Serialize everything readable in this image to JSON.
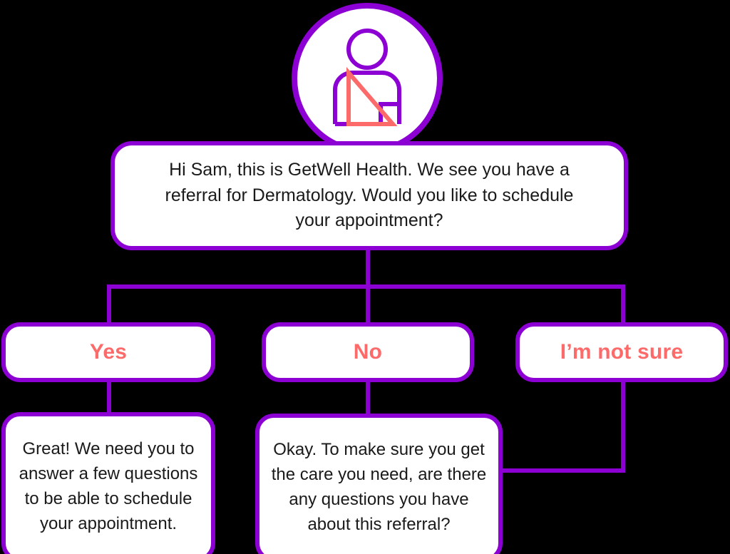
{
  "theme": {
    "background": "#000000",
    "accent_purple": "#8C00D4",
    "accent_coral": "#FC6A6A",
    "card_fill": "#FFFFFF",
    "body_text": "#1A1A1A"
  },
  "avatar": {
    "icon_name": "patient-with-arm-sling-icon",
    "alt": "Patient avatar"
  },
  "prompt": {
    "message": "Hi Sam, this is GetWell Health. We see you have a referral for Dermatology. Would you like to schedule your appointment?"
  },
  "options": [
    {
      "id": "yes",
      "label": "Yes"
    },
    {
      "id": "no",
      "label": "No"
    },
    {
      "id": "not_sure",
      "label": "I’m not sure"
    }
  ],
  "outcomes": [
    {
      "id": "yes_outcome",
      "message": "Great! We need you to answer a few questions to be able to schedule your appointment."
    },
    {
      "id": "no_outcome",
      "message": "Okay. To make sure you get the care you need, are there any questions you have about this referral?"
    }
  ]
}
